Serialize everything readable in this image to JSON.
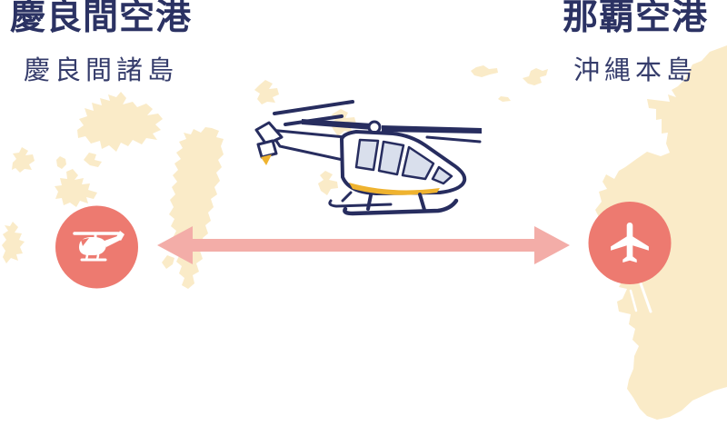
{
  "infographic": {
    "theme": "helicopter route between Kerama Airport and Naha Airport over Okinawa islands map"
  },
  "left_airport": {
    "name": "慶良間空港",
    "area": "慶良間諸島",
    "marker_icon": "helicopter-icon"
  },
  "right_airport": {
    "name": "那覇空港",
    "area": "沖縄本島",
    "marker_icon": "airplane-icon"
  },
  "route": {
    "arrow_style": "double-headed",
    "vehicle": "helicopter"
  },
  "colors": {
    "background": "#ffffff",
    "island": "#FAEBC8",
    "marker": "#ED7A70",
    "arrow": "#F3ADA8",
    "navy": "#272D5F",
    "title_text": "#2B3263",
    "subtitle_text": "#353C6B",
    "window_blue": "#D9DFEC",
    "accent_yellow": "#EFB32F",
    "icon_white": "#FFFFFF"
  }
}
